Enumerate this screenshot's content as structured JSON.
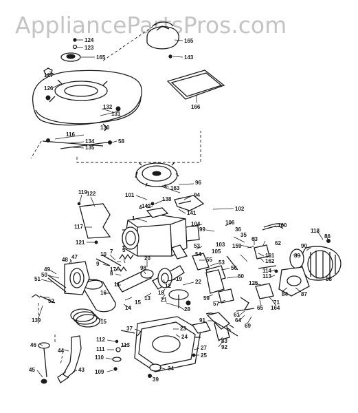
{
  "watermark": "AppliancePartsPros.com",
  "callouts": [
    {
      "id": "124",
      "t": "124"
    },
    {
      "id": "123",
      "t": "123"
    },
    {
      "id": "165a",
      "t": "165"
    },
    {
      "id": "127",
      "t": "127"
    },
    {
      "id": "126",
      "t": "126"
    },
    {
      "id": "132",
      "t": "132"
    },
    {
      "id": "131",
      "t": "131"
    },
    {
      "id": "130",
      "t": "130"
    },
    {
      "id": "116",
      "t": "116"
    },
    {
      "id": "134",
      "t": "134"
    },
    {
      "id": "135",
      "t": "135"
    },
    {
      "id": "58",
      "t": "58"
    },
    {
      "id": "165b",
      "t": "165"
    },
    {
      "id": "143",
      "t": "143"
    },
    {
      "id": "166",
      "t": "166"
    },
    {
      "id": "96",
      "t": "96"
    },
    {
      "id": "163",
      "t": "163"
    },
    {
      "id": "94",
      "t": "94"
    },
    {
      "id": "101",
      "t": "101"
    },
    {
      "id": "138",
      "t": "138"
    },
    {
      "id": "142",
      "t": "142"
    },
    {
      "id": "4",
      "t": "4"
    },
    {
      "id": "141",
      "t": "141"
    },
    {
      "id": "102",
      "t": "102"
    },
    {
      "id": "119",
      "t": "119"
    },
    {
      "id": "122",
      "t": "122"
    },
    {
      "id": "117",
      "t": "117"
    },
    {
      "id": "121",
      "t": "121"
    },
    {
      "id": "1",
      "t": "1"
    },
    {
      "id": "104",
      "t": "104"
    },
    {
      "id": "106",
      "t": "106"
    },
    {
      "id": "99",
      "t": "99"
    },
    {
      "id": "160",
      "t": "160"
    },
    {
      "id": "36",
      "t": "36"
    },
    {
      "id": "35",
      "t": "35"
    },
    {
      "id": "103",
      "t": "103"
    },
    {
      "id": "105",
      "t": "105"
    },
    {
      "id": "63",
      "t": "63"
    },
    {
      "id": "62",
      "t": "62"
    },
    {
      "id": "118",
      "t": "118"
    },
    {
      "id": "86",
      "t": "86"
    },
    {
      "id": "90",
      "t": "90"
    },
    {
      "id": "53a",
      "t": "53"
    },
    {
      "id": "159",
      "t": "159"
    },
    {
      "id": "161",
      "t": "161"
    },
    {
      "id": "162",
      "t": "162"
    },
    {
      "id": "89",
      "t": "89"
    },
    {
      "id": "54",
      "t": "54"
    },
    {
      "id": "55",
      "t": "55"
    },
    {
      "id": "53b",
      "t": "53"
    },
    {
      "id": "56",
      "t": "56"
    },
    {
      "id": "88",
      "t": "88"
    },
    {
      "id": "10",
      "t": "10"
    },
    {
      "id": "7",
      "t": "7"
    },
    {
      "id": "5",
      "t": "5"
    },
    {
      "id": "9",
      "t": "9"
    },
    {
      "id": "17",
      "t": "17"
    },
    {
      "id": "20",
      "t": "20"
    },
    {
      "id": "48",
      "t": "48"
    },
    {
      "id": "47",
      "t": "47"
    },
    {
      "id": "49",
      "t": "49"
    },
    {
      "id": "50",
      "t": "50"
    },
    {
      "id": "51",
      "t": "51"
    },
    {
      "id": "8",
      "t": "8"
    },
    {
      "id": "98",
      "t": "98"
    },
    {
      "id": "19",
      "t": "19"
    },
    {
      "id": "22",
      "t": "22"
    },
    {
      "id": "60",
      "t": "60"
    },
    {
      "id": "114",
      "t": "114"
    },
    {
      "id": "113",
      "t": "113"
    },
    {
      "id": "125",
      "t": "125"
    },
    {
      "id": "84",
      "t": "84"
    },
    {
      "id": "87",
      "t": "87"
    },
    {
      "id": "11",
      "t": "11"
    },
    {
      "id": "12",
      "t": "12"
    },
    {
      "id": "16",
      "t": "16"
    },
    {
      "id": "59",
      "t": "59"
    },
    {
      "id": "57",
      "t": "57"
    },
    {
      "id": "71",
      "t": "71"
    },
    {
      "id": "13",
      "t": "13"
    },
    {
      "id": "15a",
      "t": "15"
    },
    {
      "id": "21",
      "t": "21"
    },
    {
      "id": "14",
      "t": "14"
    },
    {
      "id": "18",
      "t": "18"
    },
    {
      "id": "65",
      "t": "65"
    },
    {
      "id": "164",
      "t": "164"
    },
    {
      "id": "52",
      "t": "52"
    },
    {
      "id": "139",
      "t": "139"
    },
    {
      "id": "15b",
      "t": "15"
    },
    {
      "id": "28",
      "t": "28"
    },
    {
      "id": "61",
      "t": "61"
    },
    {
      "id": "64",
      "t": "64"
    },
    {
      "id": "69",
      "t": "69"
    },
    {
      "id": "91",
      "t": "91"
    },
    {
      "id": "37",
      "t": "37"
    },
    {
      "id": "23",
      "t": "23"
    },
    {
      "id": "24",
      "t": "24"
    },
    {
      "id": "83",
      "t": "83"
    },
    {
      "id": "92",
      "t": "92"
    },
    {
      "id": "112",
      "t": "112"
    },
    {
      "id": "113b",
      "t": "113"
    },
    {
      "id": "111",
      "t": "111"
    },
    {
      "id": "110",
      "t": "110"
    },
    {
      "id": "109",
      "t": "109"
    },
    {
      "id": "27",
      "t": "27"
    },
    {
      "id": "25",
      "t": "25"
    },
    {
      "id": "34",
      "t": "34"
    },
    {
      "id": "39",
      "t": "39"
    },
    {
      "id": "46",
      "t": "46"
    },
    {
      "id": "44",
      "t": "44"
    },
    {
      "id": "43",
      "t": "43"
    },
    {
      "id": "45",
      "t": "45"
    }
  ]
}
